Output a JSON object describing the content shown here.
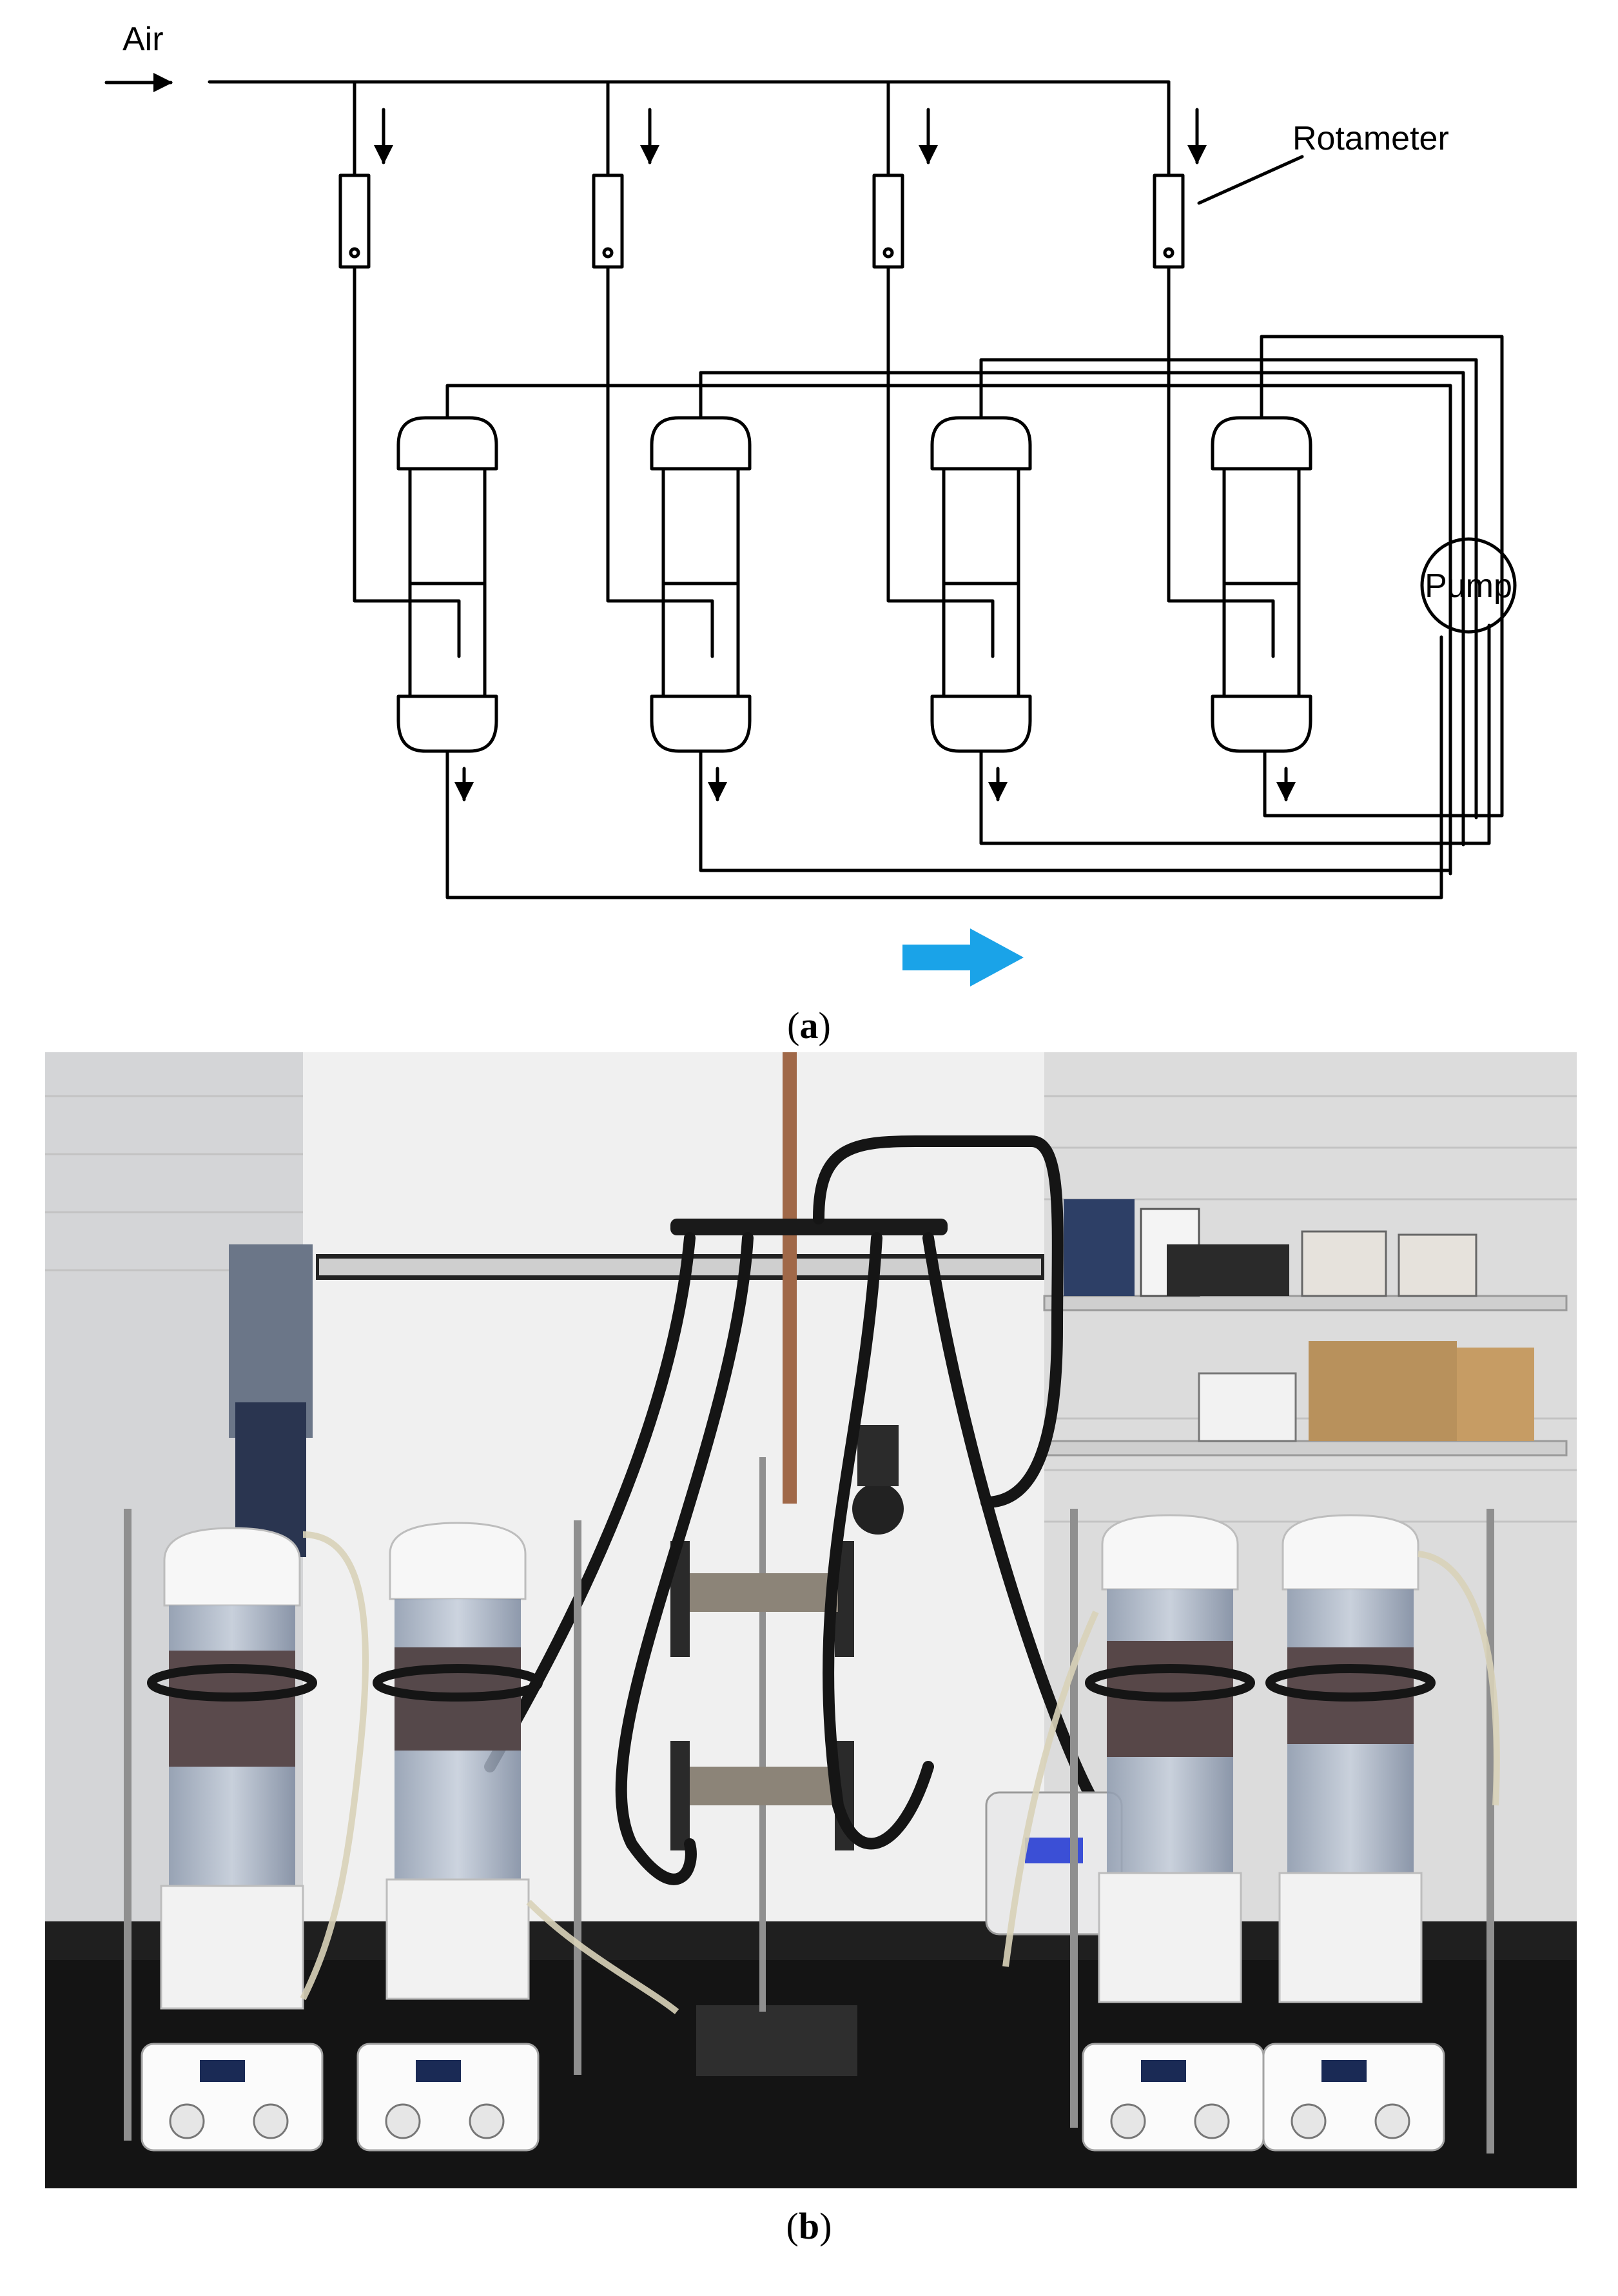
{
  "panel_a": {
    "air_label": "Air",
    "rotameter_label": "Rotameter",
    "pump_label": "Pump",
    "caption_letter": "a",
    "flow_arrow_color": "#1aa3e8"
  },
  "panel_b": {
    "caption_letter": "b",
    "scene": "photograph: four bench-top column reactors on stirrer plates with rotameters and air tubing, pump on bench"
  }
}
